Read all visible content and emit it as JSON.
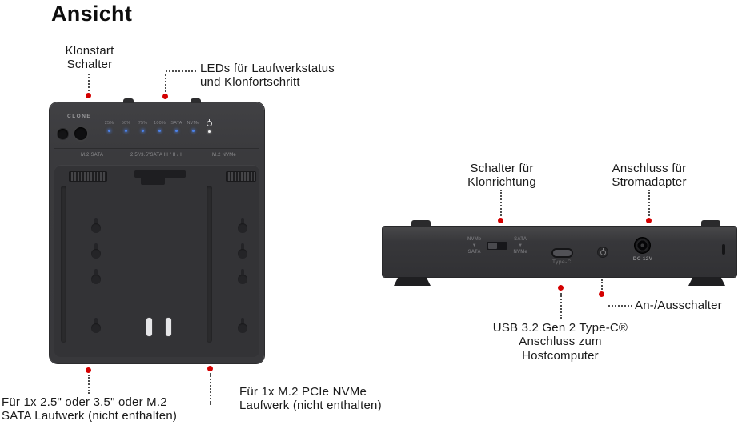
{
  "title": "Ansicht",
  "colors": {
    "accent_dot": "#d40000",
    "device_body": "#3a3a3d",
    "led_blue": "#4d82e8",
    "background": "#ffffff"
  },
  "callouts": {
    "klonstart": "Klonstart\nSchalter",
    "leds": "LEDs für Laufwerkstatus\nund Klonfortschritt",
    "sata_bay": "Für 1x 2.5\" oder 3.5\" oder M.2\nSATA Laufwerk (nicht enthalten)",
    "nvme_bay": "Für 1x M.2 PCIe NVMe\nLaufwerk (nicht enthalten)",
    "clone_direction": "Schalter für\nKlonrichtung",
    "power_adapter": "Anschluss für\nStromadapter",
    "usb_host": "USB 3.2 Gen 2 Type-C®\nAnschluss zum Hostcomputer",
    "power_switch": "An-/Ausschalter"
  },
  "device_top": {
    "clone_label": "CLONE",
    "led_labels": [
      "25%",
      "50%",
      "75%",
      "100%",
      "SATA",
      "NVMe"
    ],
    "slot_labels": [
      "M.2 SATA",
      "2.5\"/3.5\"SATA III / II / I",
      "M.2 NVMe"
    ]
  },
  "device_rear": {
    "switch_left": "NVMe\n▼\nSATA",
    "switch_right": "SATA\n▼\nNVMe",
    "typec_label": "Type-C",
    "dc_label": "DC 12V"
  }
}
